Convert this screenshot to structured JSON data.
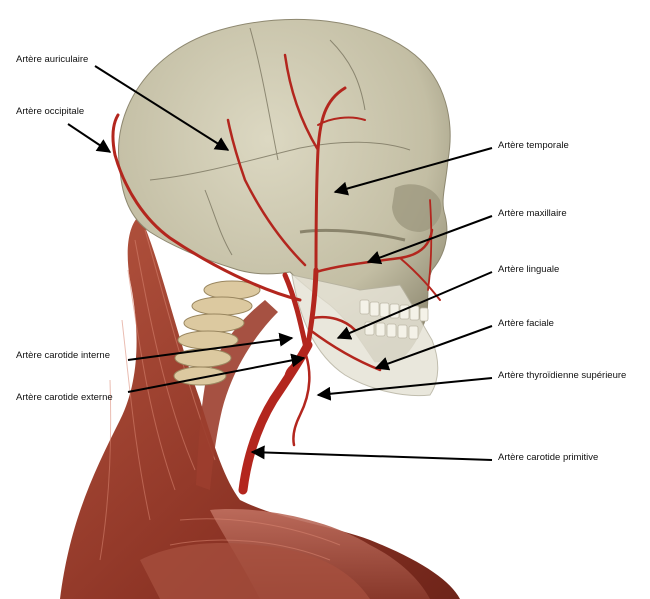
{
  "labels": {
    "auriculaire": "Artère auriculaire",
    "occipitale": "Artère occipitale",
    "temporale": "Artère temporale",
    "maxillaire": "Artère maxillaire",
    "linguale": "Artère linguale",
    "faciale": "Artère faciale",
    "carotide_interne": "Artère carotide interne",
    "thyroidienne": "Artère thyroïdienne supérieure",
    "carotide_externe": "Artère carotide externe",
    "carotide_primitive": "Artère carotide primitive"
  },
  "colors": {
    "background": "#ffffff",
    "skull": "#cfcab2",
    "skull_shade": "#a9a48c",
    "artery": "#b3261e",
    "muscle": "#9a3f30",
    "muscle_light": "#c06a55",
    "vertebra": "#dcc9a0",
    "arrow": "#000000"
  }
}
